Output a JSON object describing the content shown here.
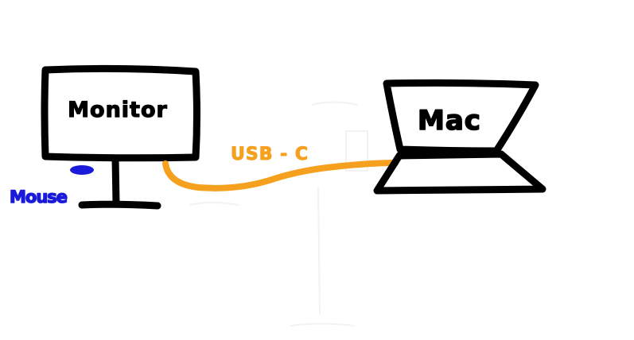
{
  "diagram": {
    "monitor": {
      "label": "Monitor"
    },
    "laptop": {
      "label": "Mac"
    },
    "cable": {
      "label": "USB - C"
    },
    "mouse": {
      "label": "Mouse"
    }
  },
  "colors": {
    "ink": "#000000",
    "cable": "#f5a01e",
    "mouse": "#1a1adb",
    "background": "#ffffff",
    "faint": "#f2f2f2"
  }
}
